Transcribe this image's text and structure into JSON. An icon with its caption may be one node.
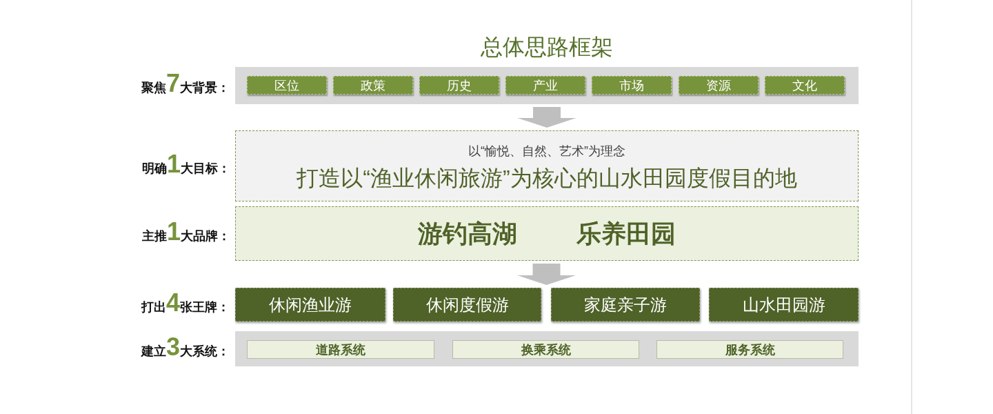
{
  "diagram": {
    "title": "总体思路框架",
    "nodes": [
      {
        "text": [
          "聚焦7大背景："
        ]
      },
      {
        "text": [
          "区位"
        ],
        "in": 0
      },
      {
        "text": [
          "政策"
        ],
        "in": 0
      },
      {
        "text": [
          "历史"
        ],
        "in": 0
      },
      {
        "text": [
          "产业"
        ],
        "in": 0
      },
      {
        "text": [
          "市场"
        ],
        "in": 0
      },
      {
        "text": [
          "资源"
        ],
        "in": 0
      },
      {
        "text": [
          "文化"
        ],
        "in": 0
      },
      {
        "text": [
          "明确1大目标：",
          "以“愉悦、自然、艺术”为理念",
          "打造以“渔业休闲旅游”为核心的山水田园度假目的地"
        ]
      },
      {
        "text": [
          "主推1大品牌：",
          "游钓高湖",
          "乐养田园"
        ]
      },
      {
        "text": [
          "休闲渔业游"
        ]
      },
      {
        "text": [
          "休闲度假游"
        ]
      },
      {
        "text": [
          "家庭亲子游"
        ]
      },
      {
        "text": [
          "山水田园游"
        ]
      },
      {
        "text": [
          "建立3大系统："
        ]
      },
      {
        "text": [
          "道路系统"
        ],
        "in": 14
      },
      {
        "text": [
          "换乘系统"
        ],
        "in": 14
      },
      {
        "text": [
          "服务系统"
        ],
        "in": 14
      }
    ],
    "edges": [
      {
        "from": 0,
        "to": 8,
        "arrow": "to"
      },
      {
        "from": 9,
        "to": 11,
        "arrow": "to"
      },
      {
        "from": 9,
        "to": 12,
        "arrow": "to"
      }
    ],
    "labels": [
      "打出4张王牌："
    ]
  }
}
